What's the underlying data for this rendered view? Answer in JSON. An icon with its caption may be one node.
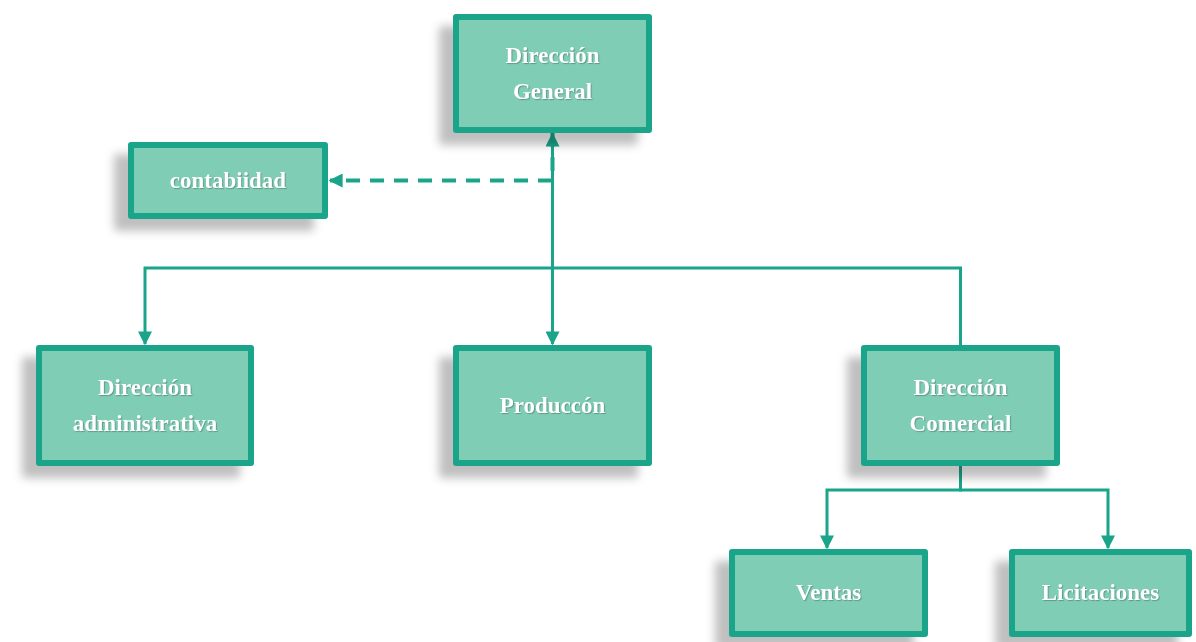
{
  "diagram": {
    "nodes": [
      {
        "text": [
          "Dirección General"
        ]
      },
      {
        "text": [
          "contabiidad"
        ]
      },
      {
        "text": [
          "Dirección administrativa"
        ]
      },
      {
        "text": [
          "Produccón"
        ]
      },
      {
        "text": [
          "Dirección Comercial"
        ]
      },
      {
        "text": [
          "Ventas"
        ]
      },
      {
        "text": [
          "Licitaciones"
        ]
      }
    ],
    "edges": [
      {
        "from": 0,
        "to": 1,
        "arrow": "to",
        "style": "dashed"
      },
      {
        "from": 0,
        "to": 2,
        "arrow": "to"
      },
      {
        "from": 0,
        "to": 3,
        "arrow": "both"
      },
      {
        "from": 0,
        "to": 4,
        "arrow": "none"
      },
      {
        "from": 4,
        "to": 5,
        "arrow": "to"
      },
      {
        "from": 4,
        "to": 6,
        "arrow": "to"
      }
    ]
  }
}
